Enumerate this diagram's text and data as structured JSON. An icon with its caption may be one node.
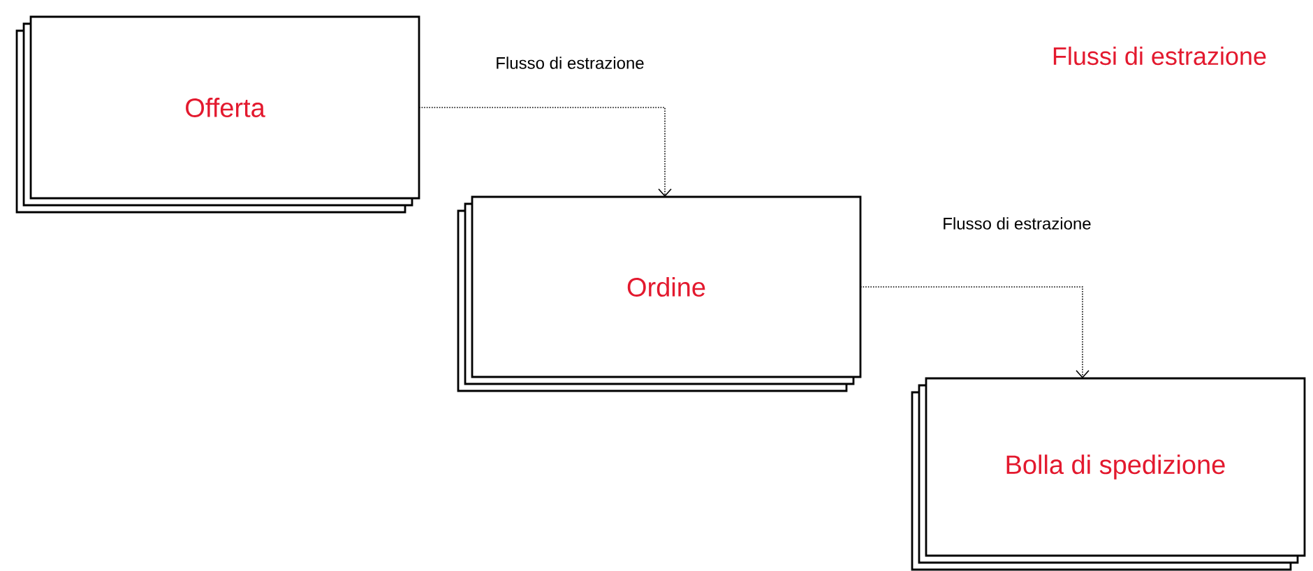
{
  "diagram": {
    "title": "Flussi di estrazione",
    "nodes": [
      {
        "text": [
          "Offerta"
        ]
      },
      {
        "text": [
          "Ordine"
        ]
      },
      {
        "text": [
          "Bolla di spedizione"
        ]
      }
    ],
    "edges": [
      {
        "from": 0,
        "to": 1,
        "arrow": "to",
        "style": "dashed",
        "label": "Flusso di estrazione"
      },
      {
        "from": 1,
        "to": 2,
        "arrow": "to",
        "style": "dashed",
        "label": "Flusso di estrazione"
      }
    ]
  }
}
